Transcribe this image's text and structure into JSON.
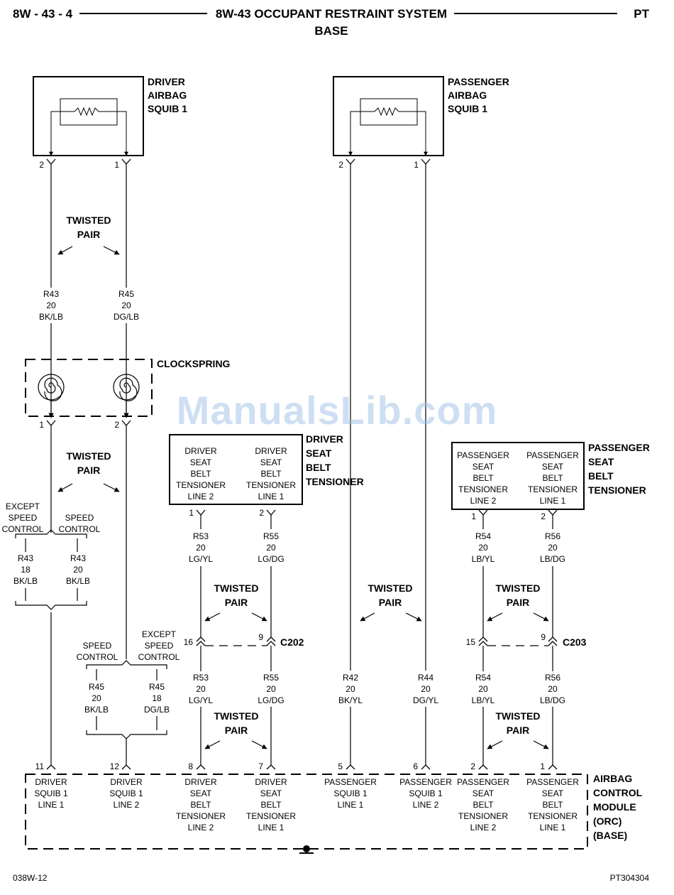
{
  "header": {
    "page_ref": "8W - 43 - 4",
    "title": "8W-43 OCCUPANT RESTRAINT SYSTEM",
    "subtitle": "BASE",
    "code": "PT"
  },
  "footer": {
    "left": "038W-12",
    "right": "PT304304"
  },
  "watermark": "ManualsLib.com",
  "components": {
    "driver_squib": [
      "DRIVER",
      "AIRBAG",
      "SQUIB 1"
    ],
    "passenger_squib": [
      "PASSENGER",
      "AIRBAG",
      "SQUIB 1"
    ],
    "clockspring": "CLOCKSPRING",
    "driver_tensioner": [
      "DRIVER",
      "SEAT",
      "BELT",
      "TENSIONER"
    ],
    "passenger_tensioner": [
      "PASSENGER",
      "SEAT",
      "BELT",
      "TENSIONER"
    ],
    "acm": [
      "AIRBAG",
      "CONTROL",
      "MODULE",
      "(ORC)",
      "(BASE)"
    ]
  },
  "tensioner_lines": {
    "driver_line2": [
      "DRIVER",
      "SEAT",
      "BELT",
      "TENSIONER",
      "LINE 2"
    ],
    "driver_line1": [
      "DRIVER",
      "SEAT",
      "BELT",
      "TENSIONER",
      "LINE 1"
    ],
    "pass_line2": [
      "PASSENGER",
      "SEAT",
      "BELT",
      "TENSIONER",
      "LINE 2"
    ],
    "pass_line1": [
      "PASSENGER",
      "SEAT",
      "BELT",
      "TENSIONER",
      "LINE 1"
    ]
  },
  "twisted_pair": [
    "TWISTED",
    "PAIR"
  ],
  "connectors": {
    "c202": "C202",
    "c203": "C203"
  },
  "options": {
    "except_speed_control": [
      "EXCEPT",
      "SPEED",
      "CONTROL"
    ],
    "speed_control": [
      "SPEED",
      "CONTROL"
    ]
  },
  "pins": {
    "p1": "1",
    "p2": "2",
    "p5": "5",
    "p6": "6",
    "p7": "7",
    "p8": "8",
    "p9": "9",
    "p11": "11",
    "p12": "12",
    "p15": "15",
    "p16": "16"
  },
  "wires": {
    "r43": [
      "R43",
      "20",
      "BK/LB"
    ],
    "r45": [
      "R45",
      "20",
      "DG/LB"
    ],
    "r43_18": [
      "R43",
      "18",
      "BK/LB"
    ],
    "r43_20": [
      "R43",
      "20",
      "BK/LB"
    ],
    "r45_20": [
      "R45",
      "20",
      "BK/LB"
    ],
    "r45_18": [
      "R45",
      "18",
      "DG/LB"
    ],
    "r53": [
      "R53",
      "20",
      "LG/YL"
    ],
    "r55": [
      "R55",
      "20",
      "LG/DG"
    ],
    "r54": [
      "R54",
      "20",
      "LB/YL"
    ],
    "r56": [
      "R56",
      "20",
      "LB/DG"
    ],
    "r42": [
      "R42",
      "20",
      "BK/YL"
    ],
    "r44": [
      "R44",
      "20",
      "DG/YL"
    ]
  },
  "acm_pins": {
    "p11": [
      "DRIVER",
      "SQUIB 1",
      "LINE 1"
    ],
    "p12": [
      "DRIVER",
      "SQUIB 1",
      "LINE 2"
    ],
    "p8": [
      "DRIVER",
      "SEAT",
      "BELT",
      "TENSIONER",
      "LINE 2"
    ],
    "p7": [
      "DRIVER",
      "SEAT",
      "BELT",
      "TENSIONER",
      "LINE 1"
    ],
    "p5": [
      "PASSENGER",
      "SQUIB 1",
      "LINE 1"
    ],
    "p6": [
      "PASSENGER",
      "SQUIB 1",
      "LINE 2"
    ],
    "p2": [
      "PASSENGER",
      "SEAT",
      "BELT",
      "TENSIONER",
      "LINE 2"
    ],
    "p1": [
      "PASSENGER",
      "SEAT",
      "BELT",
      "TENSIONER",
      "LINE 1"
    ]
  }
}
